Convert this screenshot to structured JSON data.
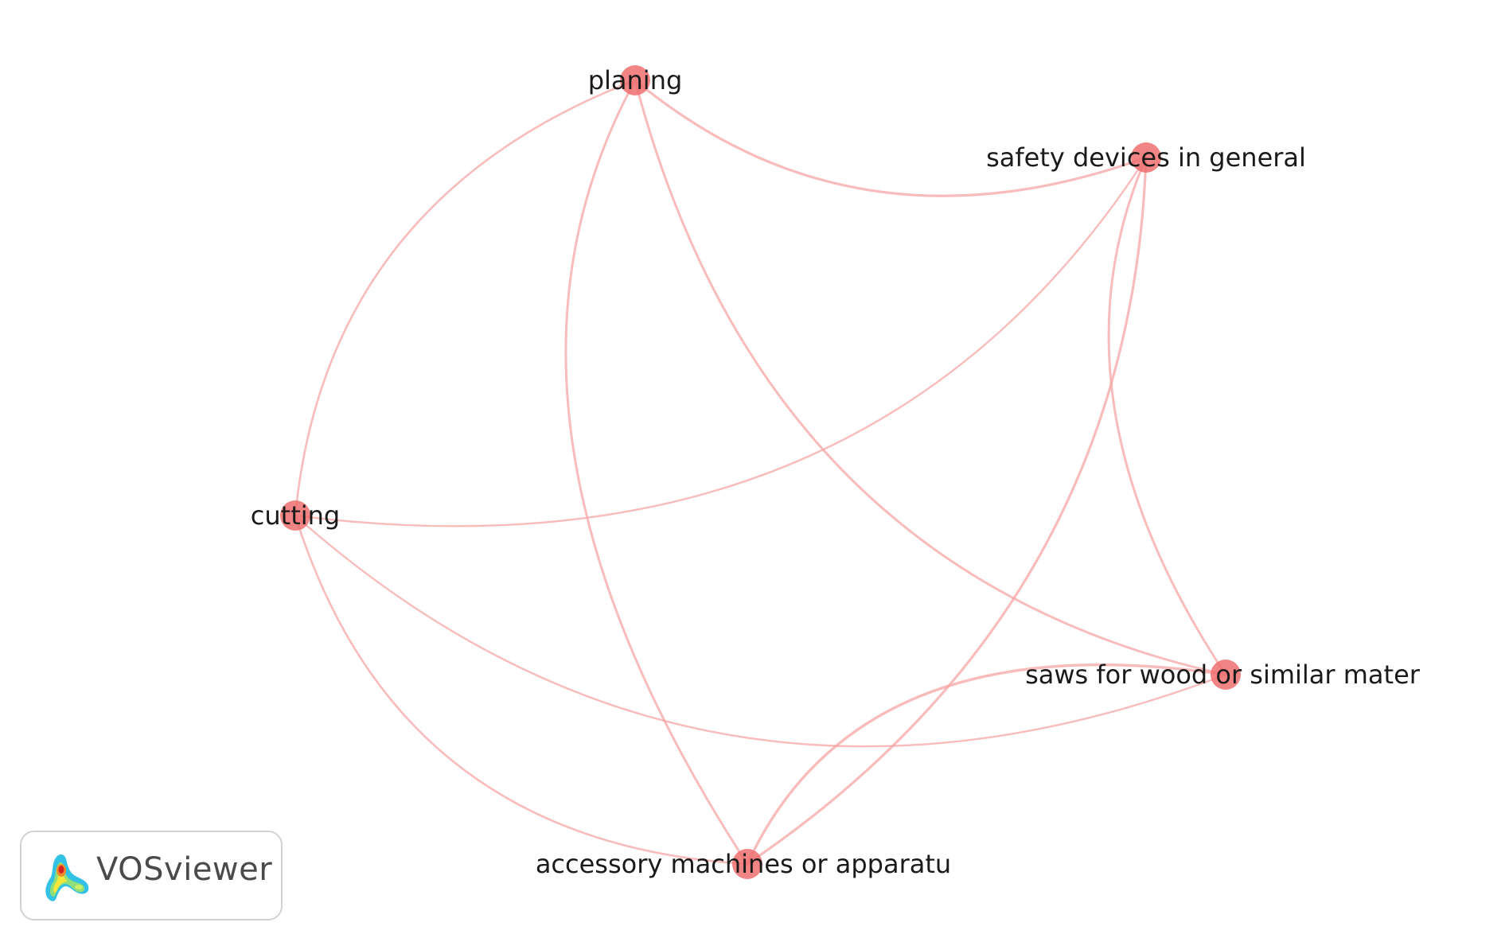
{
  "colors": {
    "node": "#ef6e6e",
    "edge": "#f6a6a6",
    "label": "#1a1a1a",
    "background": "#ffffff"
  },
  "nodes": [
    {
      "id": "planing",
      "label": "planing"
    },
    {
      "id": "safety",
      "label": "safety devices in general"
    },
    {
      "id": "cutting",
      "label": "cutting"
    },
    {
      "id": "saws",
      "label": "saws for wood or similar mater"
    },
    {
      "id": "accessory",
      "label": "accessory machines or apparatu"
    }
  ],
  "edges": [
    {
      "source": "planing",
      "target": "safety"
    },
    {
      "source": "planing",
      "target": "cutting"
    },
    {
      "source": "planing",
      "target": "accessory"
    },
    {
      "source": "planing",
      "target": "saws"
    },
    {
      "source": "safety",
      "target": "cutting"
    },
    {
      "source": "safety",
      "target": "saws"
    },
    {
      "source": "safety",
      "target": "accessory"
    },
    {
      "source": "cutting",
      "target": "saws"
    },
    {
      "source": "cutting",
      "target": "accessory"
    },
    {
      "source": "saws",
      "target": "accessory"
    }
  ],
  "logo": {
    "text": "VOSviewer",
    "icon": "vosviewer-logo-icon"
  }
}
